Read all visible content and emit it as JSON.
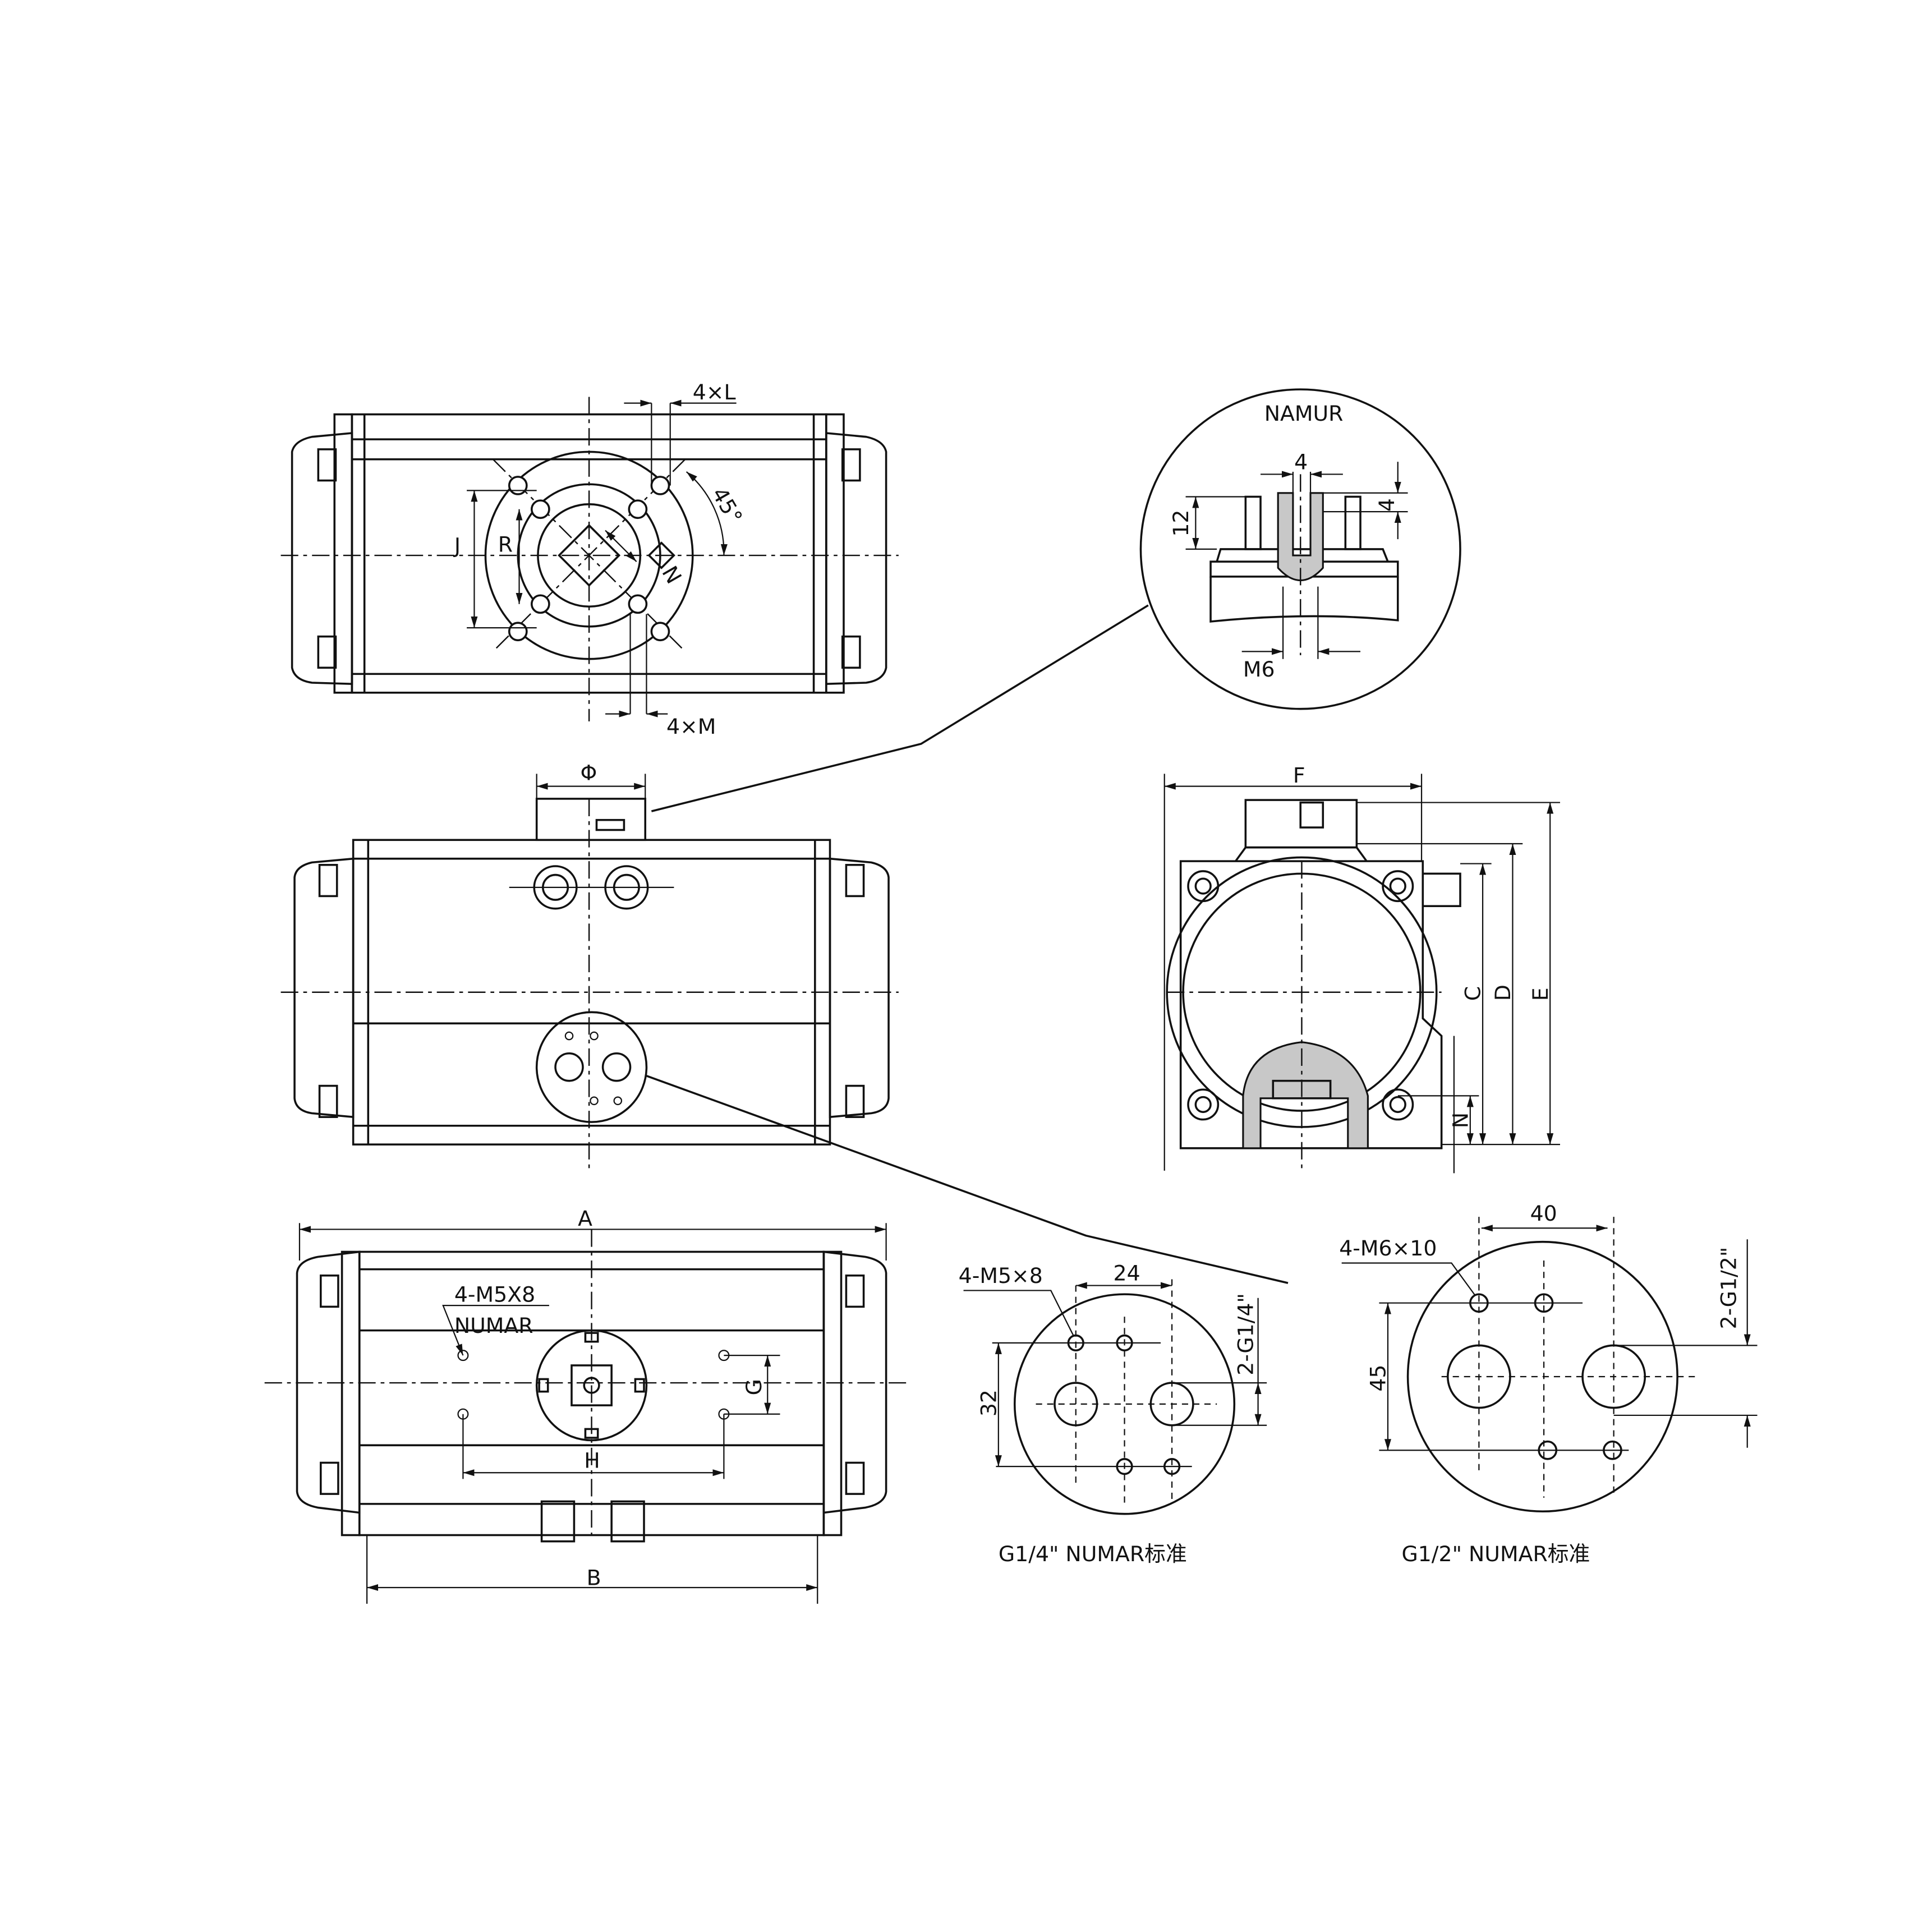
{
  "top_view": {
    "label_4xL": "4×L",
    "label_45": "45°",
    "label_J": "J",
    "label_R": "R",
    "label_N": "N",
    "label_4xM": "4×M"
  },
  "namur_detail": {
    "title": "NAMUR",
    "dim_4_width": "4",
    "dim_4_depth": "4",
    "dim_12": "12",
    "label_M6": "M6"
  },
  "front_view": {
    "label_phi": "Φ"
  },
  "side_view": {
    "label_F": "F",
    "label_C": "C",
    "label_D": "D",
    "label_E": "E",
    "label_N": "N"
  },
  "bottom_view": {
    "label_A": "A",
    "label_B": "B",
    "label_G": "G",
    "label_H": "H",
    "label_thread": "4-M5X8",
    "label_numar": "NUMAR"
  },
  "port_detail_quarter": {
    "label_holes": "4-M5×8",
    "dim_24": "24",
    "dim_32": "32",
    "dim_ports": "2-G1/4\"",
    "caption": "G1/4\" NUMAR标准"
  },
  "port_detail_half": {
    "label_holes": "4-M6×10",
    "dim_40": "40",
    "dim_45": "45",
    "dim_ports": "2-G1/2\"",
    "caption": "G1/2\" NUMAR标准"
  }
}
